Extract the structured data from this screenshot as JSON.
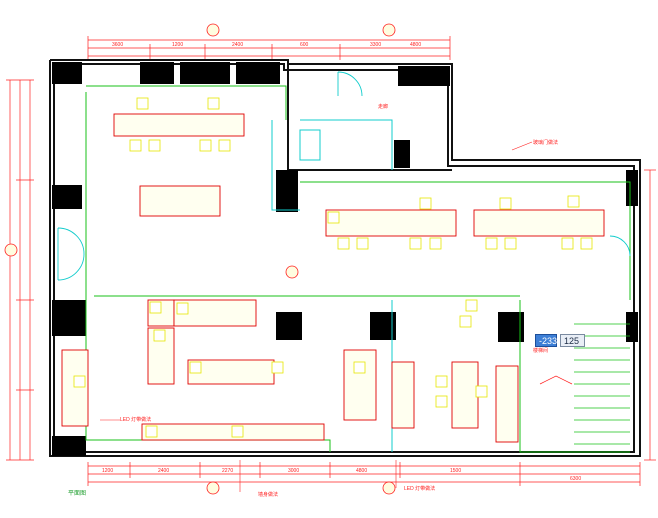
{
  "canvas": {
    "coord_input_x": "-233",
    "coord_input_y": "125",
    "drawing_title": "平面图",
    "labels": {
      "corridor": "走廊",
      "stair_label": "楼梯间",
      "led_note_left": "LED 灯带做法",
      "led_note_bottom": "LED 灯带做法",
      "wall_note": "墙身做法",
      "glass_note": "玻璃门做法"
    },
    "dimensions_top": [
      "3600",
      "1200",
      "2400",
      "600",
      "3300",
      "4800"
    ],
    "dimensions_bottom": [
      "1200",
      "2400",
      "2270",
      "3000",
      "4800",
      "1500",
      "6300"
    ],
    "colors": {
      "wall": "#111111",
      "dimension": "#ff2020",
      "furniture": "#e00000",
      "outline_green": "#19c219",
      "cyan": "#11cccc",
      "yellow": "#e6e600",
      "table_fill": "#fffff0"
    }
  }
}
